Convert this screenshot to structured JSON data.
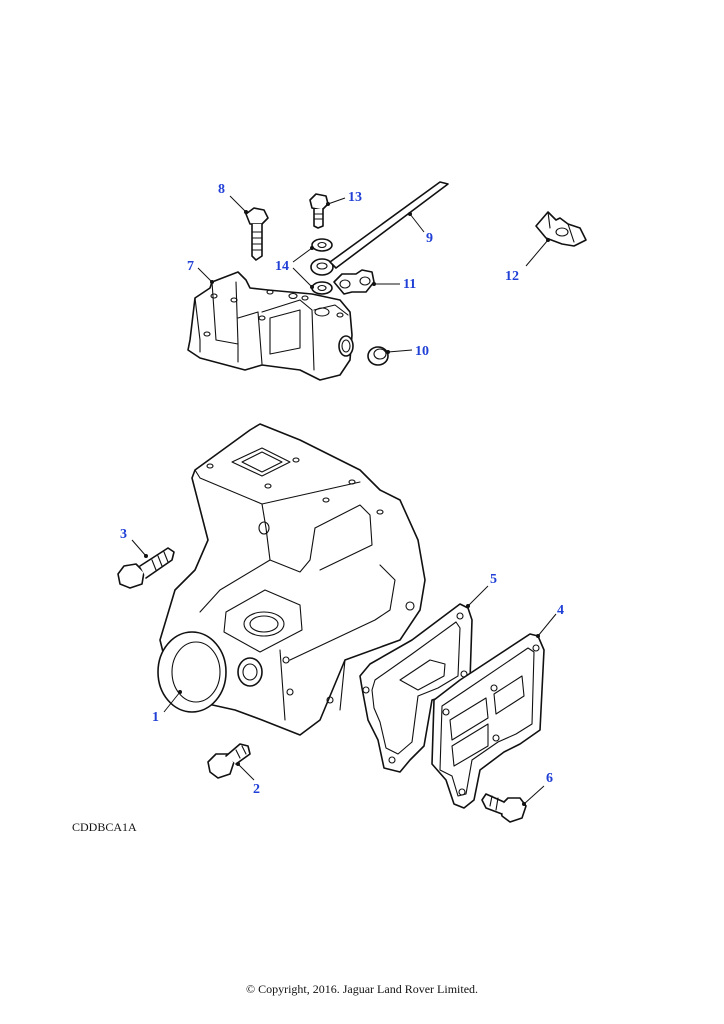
{
  "diagram_code": "CDDBCA1A",
  "copyright": "© Copyright, 2016. Jaguar Land Rover Limited.",
  "callouts": [
    {
      "id": "1",
      "label": "1"
    },
    {
      "id": "2",
      "label": "2"
    },
    {
      "id": "3",
      "label": "3"
    },
    {
      "id": "4",
      "label": "4"
    },
    {
      "id": "5",
      "label": "5"
    },
    {
      "id": "6",
      "label": "6"
    },
    {
      "id": "7",
      "label": "7"
    },
    {
      "id": "8",
      "label": "8"
    },
    {
      "id": "9",
      "label": "9"
    },
    {
      "id": "10",
      "label": "10"
    },
    {
      "id": "11",
      "label": "11"
    },
    {
      "id": "12",
      "label": "12"
    },
    {
      "id": "13",
      "label": "13"
    },
    {
      "id": "14",
      "label": "14"
    }
  ],
  "colors": {
    "callout": "#1f3fd6",
    "line": "#111111",
    "background": "#ffffff"
  }
}
